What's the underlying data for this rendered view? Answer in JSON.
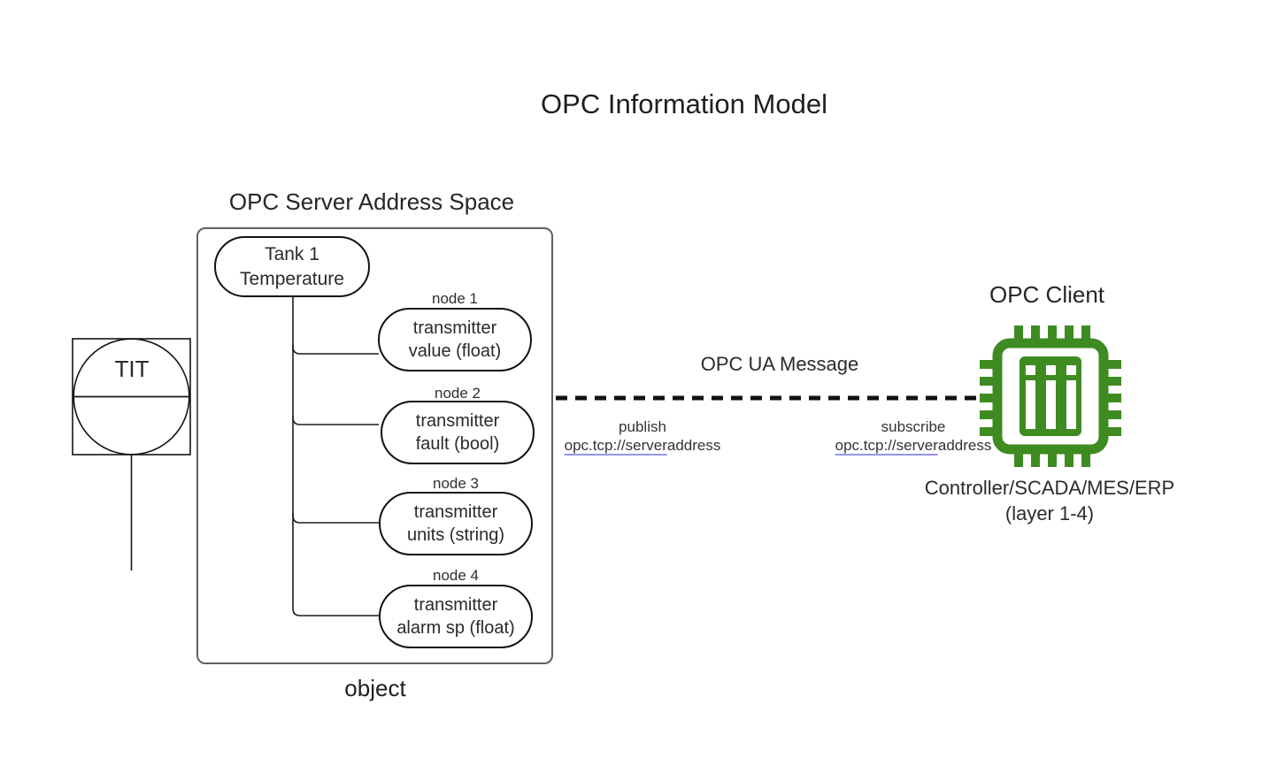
{
  "title": "OPC Information Model",
  "instrument": {
    "tag": "TIT"
  },
  "server": {
    "heading": "OPC Server Address Space",
    "object_label": "object",
    "root_node": {
      "line1": "Tank 1",
      "line2": "Temperature"
    },
    "nodes": [
      {
        "label": "node 1",
        "line1": "transmitter",
        "line2": "value (float)"
      },
      {
        "label": "node 2",
        "line1": "transmitter",
        "line2": "fault (bool)"
      },
      {
        "label": "node 3",
        "line1": "transmitter",
        "line2": "units (string)"
      },
      {
        "label": "node 4",
        "line1": "transmitter",
        "line2": "alarm sp (float)"
      }
    ]
  },
  "message": {
    "label": "OPC UA Message",
    "publish": {
      "action": "publish",
      "url_linked": "opc.tcp://server",
      "url_rest": "address"
    },
    "subscribe": {
      "action": "subscribe",
      "url_linked": "opc.tcp://server",
      "url_rest": "address"
    }
  },
  "client": {
    "heading": "OPC Client",
    "icon": "chip-icon",
    "caption_line1": "Controller/SCADA/MES/ERP",
    "caption_line2": "(layer 1-4)"
  },
  "colors": {
    "chip_green": "#3e8b21",
    "link_underline": "#9494ef",
    "box_border": "#606060",
    "line_black": "#141414"
  }
}
